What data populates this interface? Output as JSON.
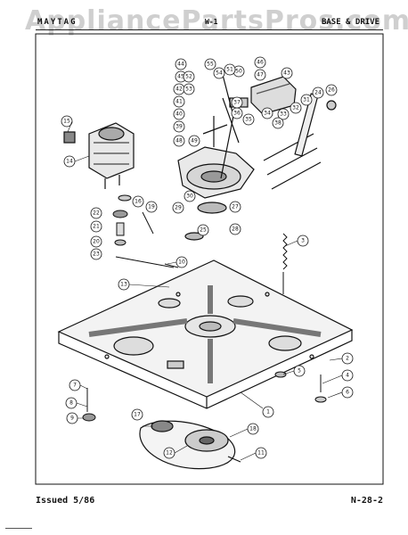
{
  "watermark": "AppliancePartsPros.com",
  "header": {
    "left": "MAYTAG",
    "middle": "W-1",
    "right": "BASE & DRIVE"
  },
  "footer": {
    "issued": "Issued 5/86",
    "page": "N-28-2"
  },
  "callouts": [
    "1",
    "2",
    "3",
    "4",
    "5",
    "6",
    "7",
    "8",
    "9",
    "10",
    "11",
    "12",
    "13",
    "14",
    "15",
    "16",
    "17",
    "18",
    "19",
    "20",
    "21",
    "22",
    "23",
    "24",
    "25",
    "26",
    "27",
    "28",
    "29",
    "30",
    "31",
    "32",
    "33",
    "34",
    "35",
    "36",
    "37",
    "38",
    "39",
    "40",
    "41",
    "42",
    "43",
    "44",
    "45",
    "46",
    "47",
    "48",
    "49",
    "50",
    "51",
    "52",
    "53",
    "54",
    "55"
  ]
}
